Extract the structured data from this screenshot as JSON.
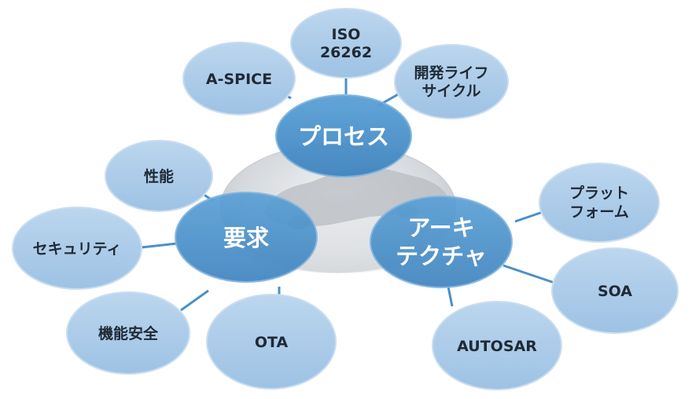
{
  "hubs": {
    "process": {
      "label": "プロセス"
    },
    "requirements": {
      "label": "要求"
    },
    "architecture": {
      "line1": "アーキ",
      "line2": "テクチャ"
    }
  },
  "nodes": {
    "aspice": {
      "label": "A-SPICE"
    },
    "iso": {
      "line1": "ISO",
      "line2": "26262"
    },
    "lifecycle": {
      "line1": "開発ライフ",
      "line2": "サイクル"
    },
    "performance": {
      "label": "性能"
    },
    "security": {
      "label": "セキュリティ"
    },
    "functional_safety": {
      "label": "機能安全"
    },
    "ota": {
      "label": "OTA"
    },
    "platform": {
      "line1": "プラット",
      "line2": "フォーム"
    },
    "soa": {
      "label": "SOA"
    },
    "autosar": {
      "label": "AUTOSAR"
    }
  },
  "colors": {
    "hub": "#4a90c8",
    "node": "#a9c9e8",
    "link": "#4a90c8",
    "base": "#d3d5d8"
  }
}
